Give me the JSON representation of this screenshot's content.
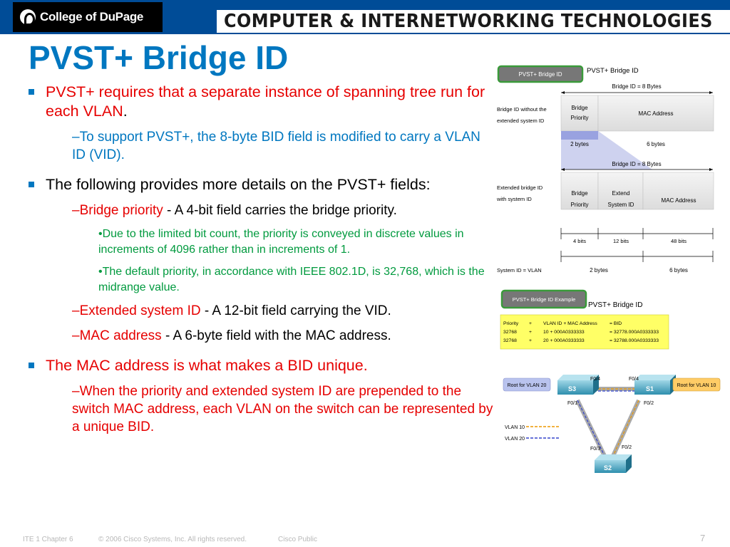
{
  "header": {
    "logo_text": "College of DuPage",
    "banner_text": "COMPUTER & INTERNETWORKING TECHNOLOGIES"
  },
  "slide": {
    "title": "PVST+ Bridge ID",
    "bullet1": {
      "text_a": "PVST+ requires that a separate instance of spanning tree run for each VLAN",
      "text_b": ".",
      "sub1": "–To support PVST+, the 8-byte BID field is modified to carry a VLAN ID (VID)."
    },
    "bullet2": {
      "text": "The following provides more details on the PVST+ fields:",
      "sub1_term": "–Bridge priority",
      "sub1_desc": " - A 4-bit field carries the bridge priority.",
      "sub1_dot1": "•Due to the limited bit count, the priority is conveyed in discrete values in increments of 4096 rather than in increments of 1.",
      "sub1_dot2": "•The default priority, in accordance with IEEE 802.1D, is 32,768, which is the midrange value.",
      "sub2_term": "–Extended system ID",
      "sub2_desc": " - A 12-bit field carrying the VID.",
      "sub3_term": "–MAC address",
      "sub3_desc": " - A 6-byte field with the MAC address."
    },
    "bullet3": {
      "text": "The MAC address is what makes a BID unique.",
      "sub1": "–When the priority and extended system ID are prepended to the switch MAC address, each VLAN on the switch can be represented by a unique BID."
    }
  },
  "diagram_top": {
    "tab_label": "PVST+ Bridge ID",
    "heading": "PVST+ Bridge ID",
    "bid_8bytes_1": "Bridge ID = 8 Bytes",
    "row1_label_1": "Bridge ID without the",
    "row1_label_2": "extended system ID",
    "row1_priority_1": "Bridge",
    "row1_priority_2": "Priority",
    "row1_mac": "MAC Address",
    "two_bytes": "2 bytes",
    "six_bytes": "6 bytes",
    "bid_8bytes_2": "Bridge ID = 8 Bytes",
    "row2_label_1": "Extended bridge ID",
    "row2_label_2": "with system ID",
    "row2_priority_1": "Bridge",
    "row2_priority_2": "Priority",
    "row2_ext_1": "Extend",
    "row2_ext_2": "System ID",
    "row2_mac": "MAC Address",
    "bits4": "4 bits",
    "bits12": "12 bits",
    "bits48": "48 bits",
    "sysid_label": "System ID = VLAN",
    "sysid_2bytes": "2 bytes",
    "sysid_6bytes": "6 bytes"
  },
  "diagram_bottom": {
    "tab_label": "PVST+ Bridge ID Example",
    "heading": "PVST+ Bridge ID",
    "table": [
      [
        "Priority",
        "+",
        "VLAN ID + MAC Address",
        "= BID"
      ],
      [
        "32768",
        "+",
        "10 + 000A0333333",
        "= 32778.000A0333333"
      ],
      [
        "32768",
        "+",
        "20 + 000A0333333",
        "= 32788.000A0333333"
      ]
    ],
    "root_vlan20": "Root for VLAN 20",
    "root_vlan10": "Root for VLAN 10",
    "s1": "S1",
    "s2": "S2",
    "s3": "S3",
    "f04_left": "F0/4",
    "f04_right": "F0/4",
    "f01": "F0/1",
    "f02_top": "F0/2",
    "f03": "F0/3",
    "f02_bottom": "F0/2",
    "legend_vlan10": "VLAN 10",
    "legend_vlan20": "VLAN 20"
  },
  "footer": {
    "chapter": "ITE 1 Chapter 6",
    "copyright": "© 2006 Cisco Systems, Inc. All rights reserved.",
    "classification": "Cisco Public",
    "page": "7"
  },
  "colors": {
    "title_blue": "#0077c0",
    "red": "#e60000",
    "green": "#009a3e",
    "header_blue": "#004c97"
  }
}
